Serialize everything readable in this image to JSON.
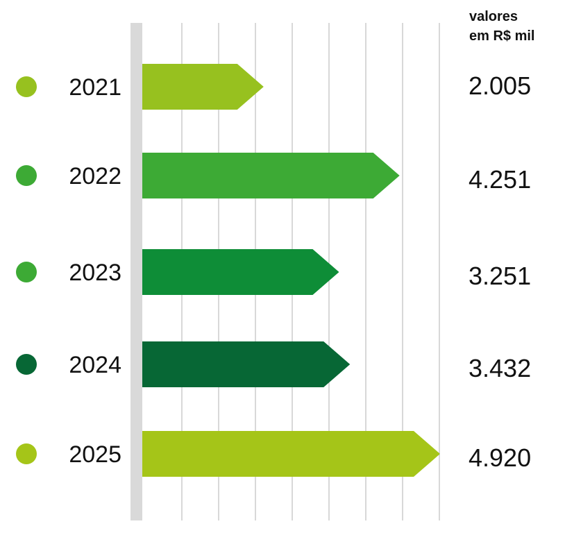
{
  "chart_data": {
    "type": "bar",
    "orientation": "horizontal",
    "unit_label_line1": "valores",
    "unit_label_line2": "em R$ mil",
    "categories": [
      "2021",
      "2022",
      "2023",
      "2024",
      "2025"
    ],
    "values": [
      2005,
      4251,
      3251,
      3432,
      4920
    ],
    "value_labels": [
      "2.005",
      "4.251",
      "3.251",
      "3.432",
      "4.920"
    ],
    "bar_colors": [
      "#97c11f",
      "#3daa35",
      "#0e8d37",
      "#076735",
      "#a5c518"
    ],
    "dot_colors": [
      "#97c11f",
      "#3daa35",
      "#3daa35",
      "#076735",
      "#a5c518"
    ],
    "xlim": [
      0,
      4920
    ],
    "grid": true
  }
}
